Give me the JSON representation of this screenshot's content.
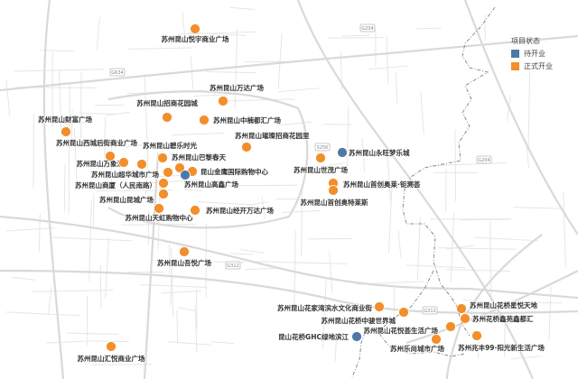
{
  "legend": {
    "title": "项目状态",
    "items": [
      {
        "label": "待开业",
        "color": "#4e79a7"
      },
      {
        "label": "正式开业",
        "color": "#f28e2b"
      }
    ]
  },
  "road_shields": [
    "G634",
    "G204",
    "G204",
    "S256",
    "G312",
    "G312"
  ],
  "points": [
    {
      "name": "苏州昆山悦宇商业广场",
      "status": "正式开业"
    },
    {
      "name": "苏州昆山万达广场",
      "status": "正式开业"
    },
    {
      "name": "苏州昆山招商花园城",
      "status": "正式开业"
    },
    {
      "name": "苏州昆山中楠都汇广场",
      "status": "正式开业"
    },
    {
      "name": "苏州昆山财富广场",
      "status": "正式开业"
    },
    {
      "name": "苏州昆山西城后街商业广场",
      "status": "正式开业"
    },
    {
      "name": "苏州昆山璀璨招商花园里",
      "status": "正式开业"
    },
    {
      "name": "苏州昆山碧乐时光",
      "status": "正式开业"
    },
    {
      "name": "苏州昆山巴黎春天",
      "status": "正式开业"
    },
    {
      "name": "苏州昆山万象汇",
      "status": "正式开业"
    },
    {
      "name": "",
      "status": "正式开业"
    },
    {
      "name": "苏州昆山超华城市广场",
      "status": "正式开业"
    },
    {
      "name": "昆山金鹰国际购物中心",
      "status": "正式开业"
    },
    {
      "name": "苏州昆山高鑫广场",
      "status": "待开业"
    },
    {
      "name": "苏州昆山商厦（人民南路）",
      "status": "正式开业"
    },
    {
      "name": "苏州昆山昆城广场",
      "status": "正式开业"
    },
    {
      "name": "苏州昆山天虹购物中心",
      "status": "正式开业"
    },
    {
      "name": "苏州昆山经开万达广场",
      "status": "正式开业"
    },
    {
      "name": "苏州昆山吾悦广场",
      "status": "正式开业"
    },
    {
      "name": "苏州昆山汇悦商业广场",
      "status": "正式开业"
    },
    {
      "name": "苏州昆山永旺梦乐城",
      "status": "待开业"
    },
    {
      "name": "苏州昆山世茂广场",
      "status": "正式开业"
    },
    {
      "name": "苏州昆山首创奥莱·钜溯荟",
      "status": "正式开业"
    },
    {
      "name": "苏州昆山首创奥特莱斯",
      "status": "正式开业"
    },
    {
      "name": "苏州昆山花家湾滨水文化商业街",
      "status": "正式开业"
    },
    {
      "name": "苏州昆山花桥中骏世界城",
      "status": "正式开业"
    },
    {
      "name": "昆山花桥GHC绿地滨江",
      "status": "待开业"
    },
    {
      "name": "苏州昆山花悦荟生活广场",
      "status": "正式开业"
    },
    {
      "name": "苏州乐尚城市广场",
      "status": "正式开业"
    },
    {
      "name": "苏州昆山花桥星悦天地",
      "status": "正式开业"
    },
    {
      "name": "苏州花桥鑫苑鑫都汇",
      "status": "正式开业"
    },
    {
      "name": "苏州兆丰99·阳光新生活广场",
      "status": "正式开业"
    }
  ]
}
